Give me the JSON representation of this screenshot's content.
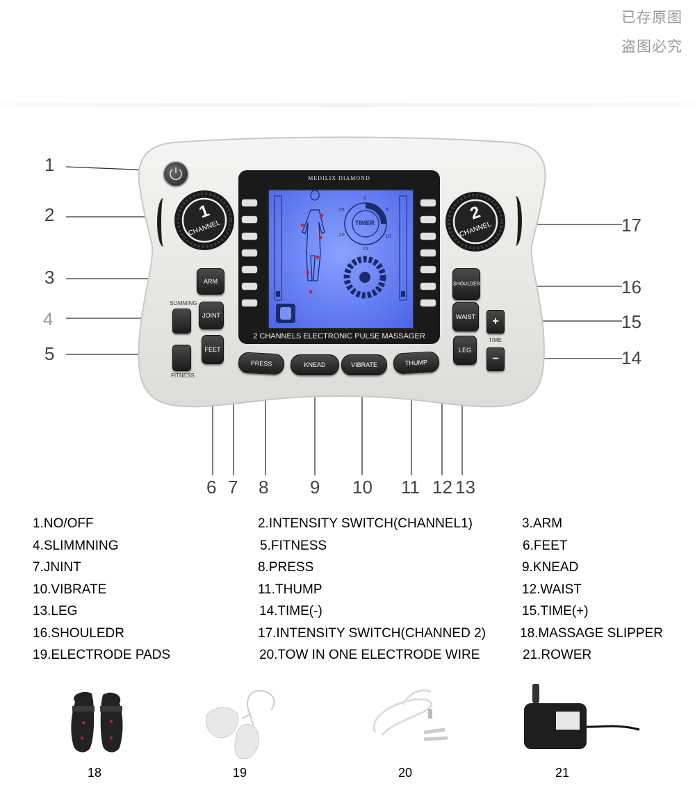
{
  "watermark": [
    "已存原图",
    "盗图必究"
  ],
  "device": {
    "brand": "MEDILIX DIAMOND",
    "bottom_text": "2 CHANNELS ELECTRONIC PULSE MASSAGER",
    "timer_label": "TIMER",
    "timer_numbers": [
      "0",
      "5",
      "10",
      "15",
      "20",
      "25"
    ],
    "knob1": {
      "number": "1",
      "word": "CHANNEL"
    },
    "knob2": {
      "number": "2",
      "word": "CHANNEL"
    },
    "buttons": {
      "arm": "ARM",
      "joint": "JOINT",
      "feet": "FEET",
      "slimming": "SLIMMING",
      "fitness": "FITNESS",
      "press": "PRESS",
      "knead": "KNEAD",
      "vibrate": "VIBRATE",
      "thump": "THUMP",
      "shoulder": "SHOULDER",
      "waist": "WAIST",
      "leg": "LEG",
      "plus": "+",
      "minus": "−",
      "time": "TIME"
    }
  },
  "callouts": [
    "1",
    "2",
    "3",
    "4",
    "5",
    "6",
    "7",
    "8",
    "9",
    "10",
    "11",
    "12",
    "13",
    "14",
    "15",
    "16",
    "17"
  ],
  "legend": [
    "1.NO/OFF",
    "2.INTENSITY SWITCH(CHANNEL1)",
    "3.ARM",
    "4.SLIMMNING",
    "5.FITNESS",
    "6.FEET",
    "7.JNINT",
    "8.PRESS",
    "9.KNEAD",
    "10.VIBRATE",
    "11.THUMP",
    "12.WAIST",
    "13.LEG",
    "14.TIME(-)",
    "15.TIME(+)",
    "16.SHOULEDR",
    "17.INTENSITY SWITCH(CHANNED 2)",
    "18.MASSAGE SLIPPER",
    "19.ELECTRODE PADS",
    "20.TOW IN ONE ELECTRODE WIRE",
    "21.ROWER"
  ],
  "accessories": [
    "18",
    "19",
    "20",
    "21"
  ]
}
